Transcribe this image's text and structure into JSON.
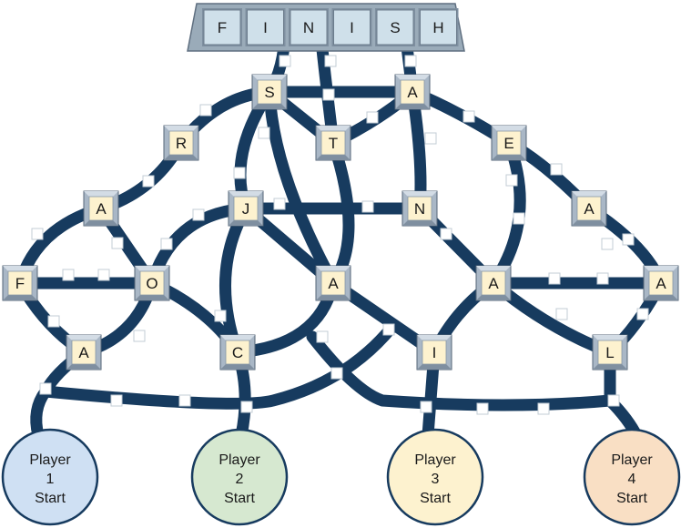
{
  "colors": {
    "path": "#173b5f",
    "tile_face": "#fdf2cf",
    "tile_bevel": "#a9b7c6",
    "finish_face": "#cfe0ea",
    "finish_frame": "#9aabb9",
    "step": "#ffffff",
    "player1": "#cfe0f3",
    "player2": "#d6e8d0",
    "player3": "#fdf2cf",
    "player4": "#f9dfc4"
  },
  "finish_letters": [
    "F",
    "I",
    "N",
    "I",
    "S",
    "H"
  ],
  "tiles": [
    {
      "id": "s",
      "letter": "S"
    },
    {
      "id": "a-top",
      "letter": "A"
    },
    {
      "id": "r",
      "letter": "R"
    },
    {
      "id": "t",
      "letter": "T"
    },
    {
      "id": "e",
      "letter": "E"
    },
    {
      "id": "a-left",
      "letter": "A"
    },
    {
      "id": "j",
      "letter": "J"
    },
    {
      "id": "n",
      "letter": "N"
    },
    {
      "id": "a-right",
      "letter": "A"
    },
    {
      "id": "f",
      "letter": "F"
    },
    {
      "id": "o",
      "letter": "O"
    },
    {
      "id": "a-mid",
      "letter": "A"
    },
    {
      "id": "a-center-right",
      "letter": "A"
    },
    {
      "id": "a-far-right",
      "letter": "A"
    },
    {
      "id": "a-bottom-left",
      "letter": "A"
    },
    {
      "id": "c",
      "letter": "C"
    },
    {
      "id": "i",
      "letter": "I"
    },
    {
      "id": "l",
      "letter": "L"
    }
  ],
  "players": [
    {
      "line1": "Player",
      "line2": "1",
      "line3": "Start"
    },
    {
      "line1": "Player",
      "line2": "2",
      "line3": "Start"
    },
    {
      "line1": "Player",
      "line2": "3",
      "line3": "Start"
    },
    {
      "line1": "Player",
      "line2": "4",
      "line3": "Start"
    }
  ]
}
